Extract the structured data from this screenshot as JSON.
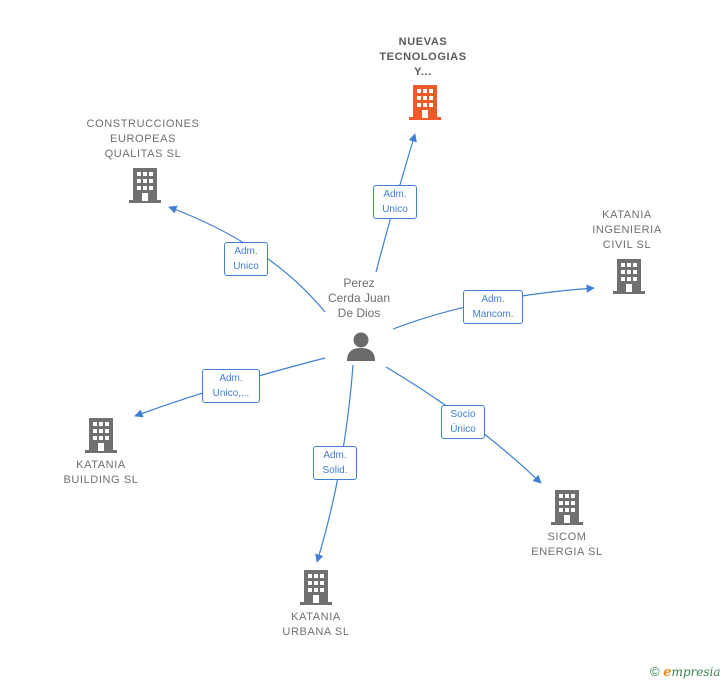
{
  "center": {
    "name": "Perez\nCerda Juan\nDe Dios",
    "icon": "person-icon"
  },
  "companies": [
    {
      "id": "nuevas",
      "name": "NUEVAS\nTECNOLOGIAS\nY...",
      "highlight": true,
      "icon": "building-icon"
    },
    {
      "id": "construcciones",
      "name": "CONSTRUCCIONES\nEUROPEAS\nQUALITAS  SL",
      "icon": "building-icon"
    },
    {
      "id": "ingenieria",
      "name": "KATANIA\nINGENIERIA\nCIVIL SL",
      "icon": "building-icon"
    },
    {
      "id": "building",
      "name": "KATANIA\nBUILDING SL",
      "icon": "building-icon"
    },
    {
      "id": "sicom",
      "name": "SICOM\nENERGIA  SL",
      "icon": "building-icon"
    },
    {
      "id": "urbana",
      "name": "KATANIA\nURBANA SL",
      "icon": "building-icon"
    }
  ],
  "relations": [
    {
      "target": "nuevas",
      "label": "Adm.\nUnico"
    },
    {
      "target": "construcciones",
      "label": "Adm.\nUnico"
    },
    {
      "target": "ingenieria",
      "label": "Adm.\nMancom."
    },
    {
      "target": "building",
      "label": "Adm.\nUnico,..."
    },
    {
      "target": "sicom",
      "label": "Socio\nÚnico"
    },
    {
      "target": "urbana",
      "label": "Adm.\nSolid."
    }
  ],
  "colors": {
    "edge": "#3f7fd6",
    "building": "#707070",
    "highlight": "#f05a28",
    "person": "#6a6a6a"
  },
  "footer": {
    "copyright": "©",
    "brand_initial": "e",
    "brand_rest": "mpresia"
  }
}
